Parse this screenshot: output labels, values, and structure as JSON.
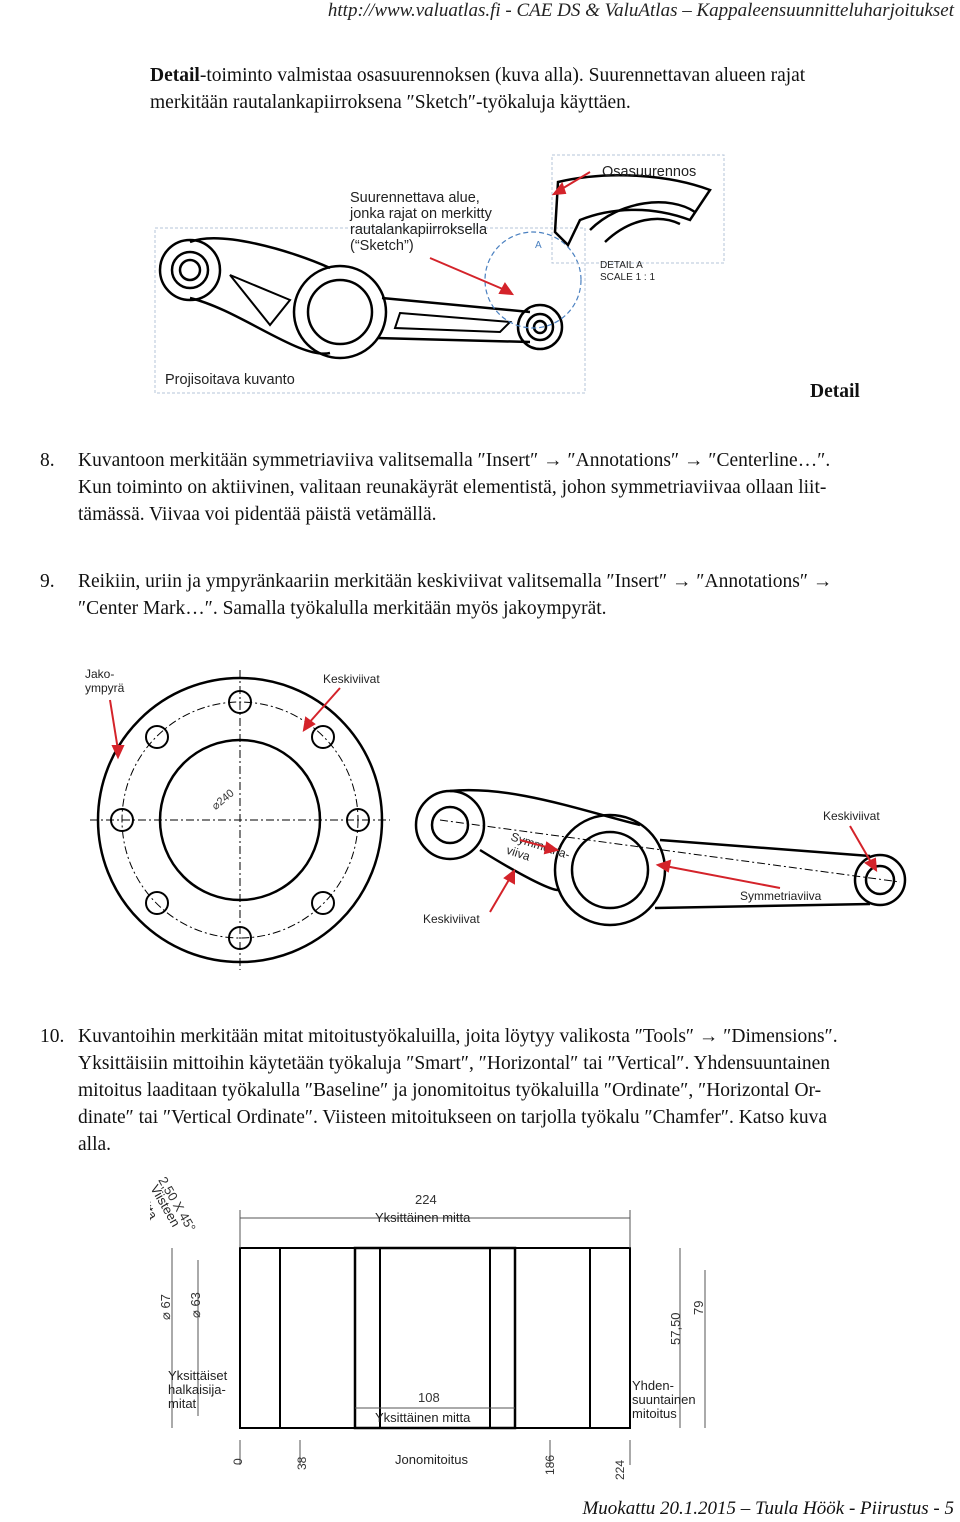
{
  "header": {
    "text": "http://www.valuatlas.fi - CAE DS & ValuAtlas – Kappaleensuunnitteluharjoitukset"
  },
  "intro": {
    "bold": "Detail",
    "line1_rest": "-toiminto valmistaa osasuurennoksen (kuva alla). Suurennettavan alueen rajat",
    "line2": "merkitään rautalankapiirroksena ″Sketch″-työkaluja käyttäen."
  },
  "fig1": {
    "label_region": [
      "Suurennettava alue,",
      "jonka rajat on merkitty",
      "rautalankapiirroksella",
      "(“Sketch”)"
    ],
    "label_detail": "Osasuurennos",
    "detail_marker": "A",
    "detail_caption": [
      "DETAIL A",
      "SCALE 1 : 1"
    ],
    "label_projected": "Projisoitava kuvanto",
    "caption": "Detail"
  },
  "item8": {
    "num": "8.",
    "lines": [
      "Kuvantoon merkitään symmetriaviiva valitsemalla ″Insert″ → ″Annotations″ → ″Centerline…″.",
      "Kun toiminto on aktiivinen, valitaan reunakäyrät elementistä, johon symmetriaviivaa ollaan liit-",
      "tämässä. Viivaa voi pidentää päistä vetämällä."
    ]
  },
  "item9": {
    "num": "9.",
    "lines": [
      "Reikiin, uriin ja ympyränkaariin merkitään keskiviivat valitsemalla ″Insert″ → ″Annotations″ →",
      "″Center Mark…″. Samalla työkalulla merkitään myös jakoympyrät."
    ]
  },
  "fig2": {
    "label_jako": [
      "Jako-",
      "ympyrä"
    ],
    "label_keski_1": "Keskiviivat",
    "dim_diam": "⌀240",
    "label_keski_2": "Keskiviivat",
    "label_symm_1": [
      "Symmetria-",
      "viiva"
    ],
    "label_symm_2": "Symmetriaviiva",
    "label_keski_3": "Keskiviivat"
  },
  "item10": {
    "num": "10.",
    "lines": [
      "Kuvantoihin merkitään mitat mitoitustyökaluilla, joita löytyy valikosta ″Tools″ → ″Dimensions″.",
      "Yksittäisiin mittoihin käytetään työkaluja ″Smart″, ″Horizontal″ tai ″Vertical″. Yhdensuuntainen",
      "mitoitus laaditaan työkalulla ″Baseline″ ja jonomitoitus työkaluilla ″Ordinate″, ″Horizontal Or-",
      "dinate″ tai ″Vertical Ordinate″. Viisteen mitoitukseen on tarjolla työkalu ″Chamfer″. Katso kuva",
      "alla."
    ]
  },
  "fig3": {
    "chamfer_dim": "2,50 X 45°",
    "chamfer_label": [
      "Viisteen",
      "mitta"
    ],
    "dim_224": "224",
    "label_single_top": "Yksittäinen mitta",
    "dim_d67": "⌀ 67",
    "dim_d63": "⌀ 63",
    "dim_5750": "57,50",
    "dim_79": "79",
    "dim_108": "108",
    "label_single_bottom": "Yksittäinen mitta",
    "label_diam": [
      "Yksittäiset",
      "halkaisija-",
      "mitat"
    ],
    "label_parallel": [
      "Yhden-",
      "suuntainen",
      "mitoitus"
    ],
    "ord_0": "0",
    "ord_38": "38",
    "ord_186": "186",
    "ord_224": "224",
    "label_ordinate": "Jonomitoitus"
  },
  "footer": {
    "text": "Muokattu 20.1.2015 – Tuula Höök - Piirustus - 5"
  }
}
